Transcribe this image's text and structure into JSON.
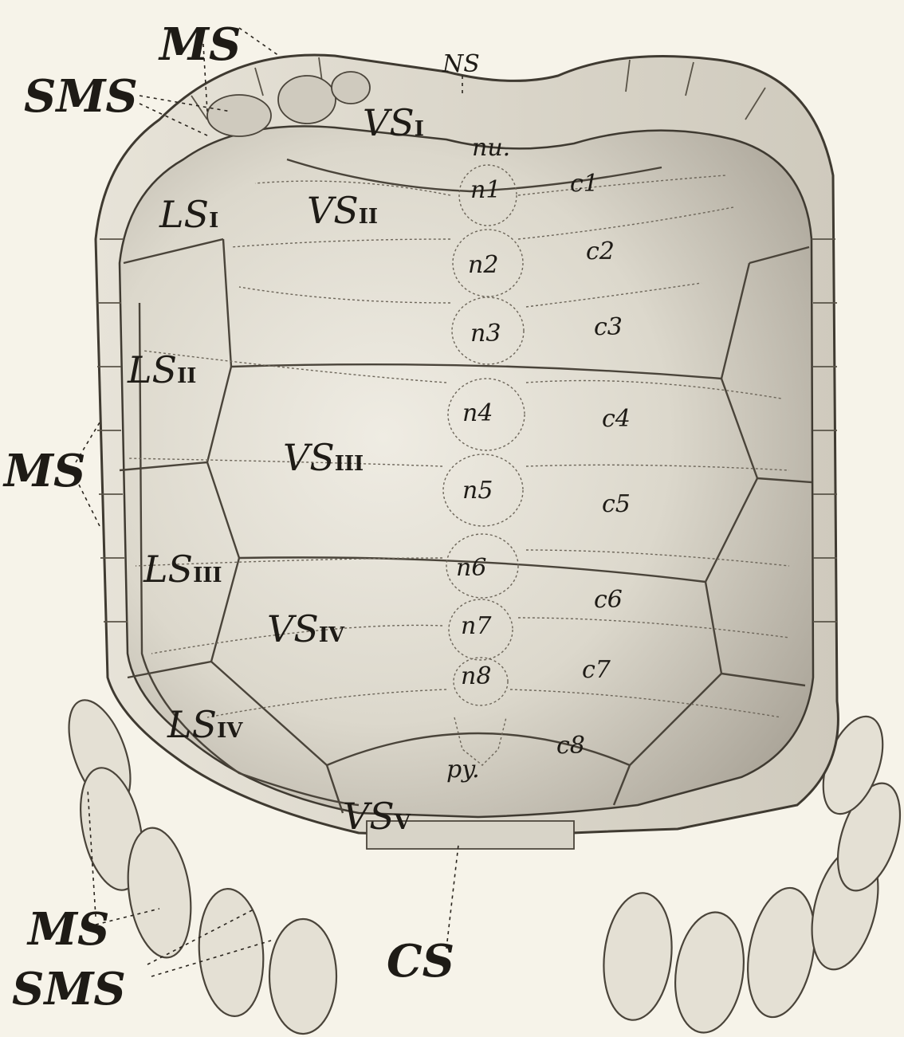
{
  "labels": {
    "ns": "NS",
    "cs": "CS",
    "ms": "MS",
    "sms": "SMS",
    "vs1": "VS",
    "vs1_num": "I",
    "vs2": "VS",
    "vs2_num": "II",
    "vs3": "VS",
    "vs3_num": "III",
    "vs4": "VS",
    "vs4_num": "IV",
    "vs5": "VS",
    "vs5_num": "V",
    "ls1": "LS",
    "ls1_num": "I",
    "ls2": "LS",
    "ls2_num": "II",
    "ls3": "LS",
    "ls3_num": "III",
    "ls4": "LS",
    "ls4_num": "IV",
    "nu": "nu.",
    "py": "py.",
    "n1": "n1",
    "n2": "n2",
    "n3": "n3",
    "n4": "n4",
    "n5": "n5",
    "n6": "n6",
    "n7": "n7",
    "n8": "n8",
    "c1": "c1",
    "c2": "c2",
    "c3": "c3",
    "c4": "c4",
    "c5": "c5",
    "c6": "c6",
    "c7": "c7",
    "c8": "c8"
  }
}
